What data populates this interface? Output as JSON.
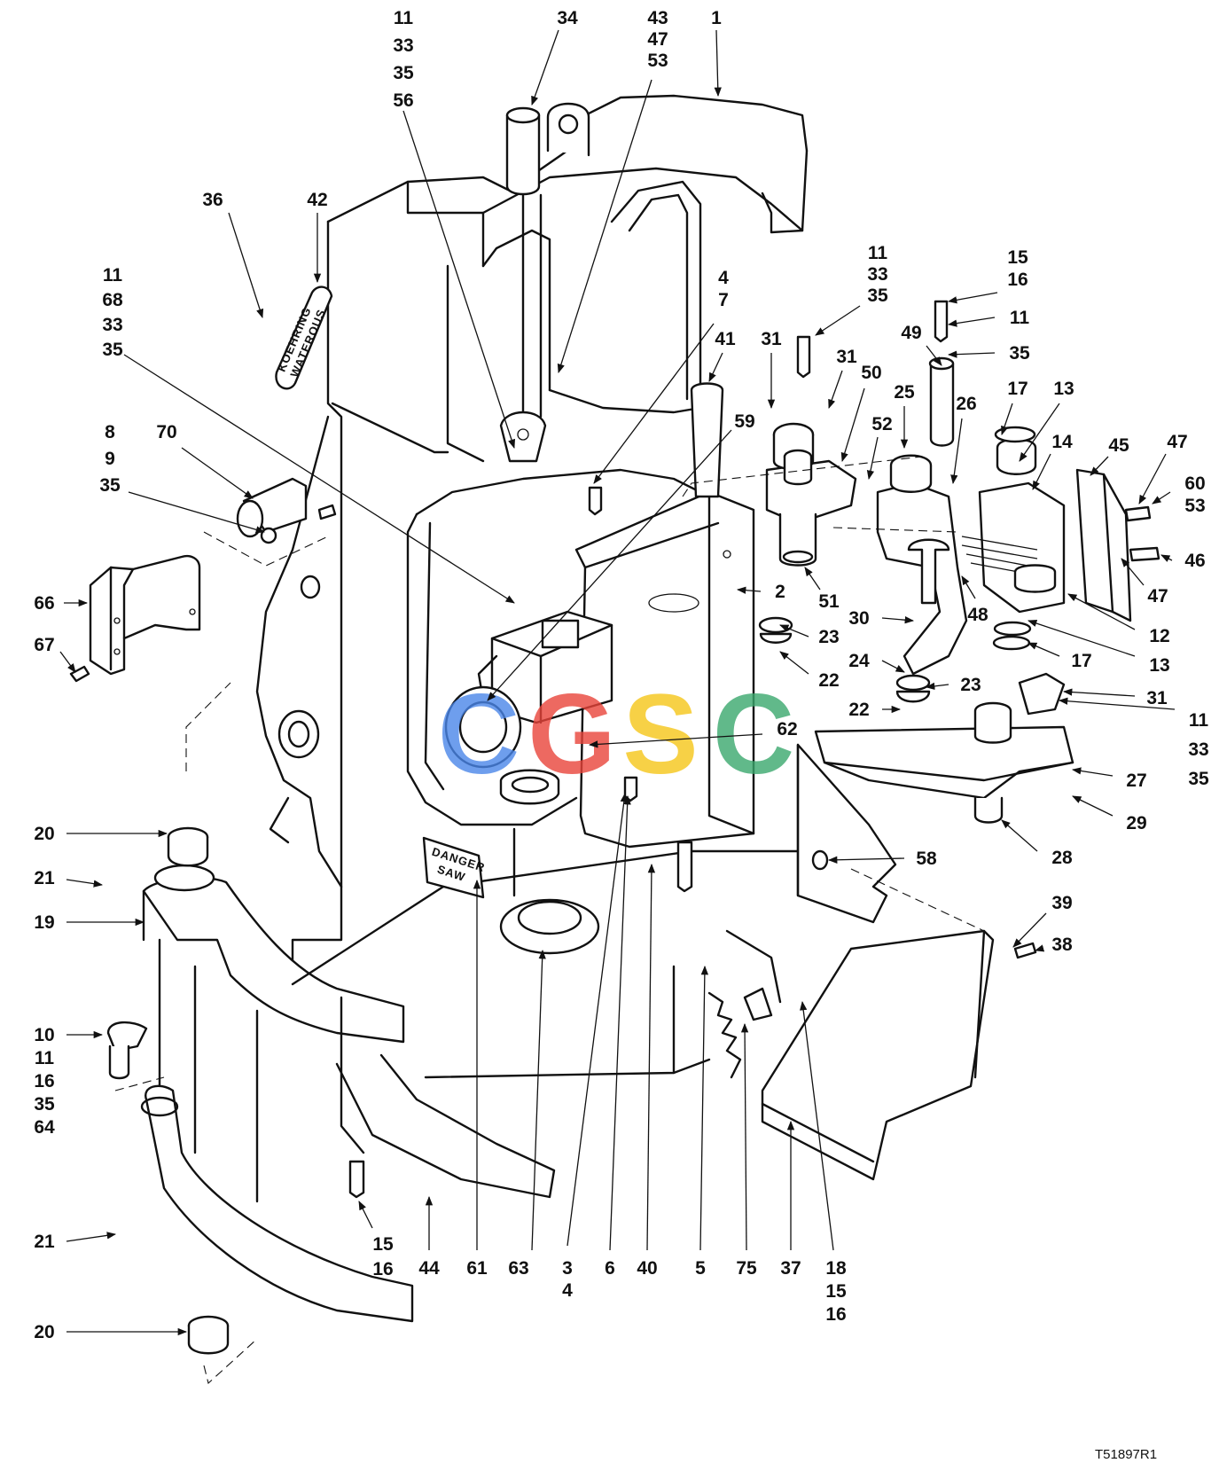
{
  "diagram": {
    "drawing_ref": "T51897R1",
    "decals": {
      "brand_line1": "KOEHRING",
      "brand_line2": "WATEROUS",
      "danger_line1": "DANGER",
      "danger_line2": "SAW"
    },
    "watermark": {
      "letters": [
        "C",
        "G",
        "S",
        "C"
      ],
      "colors": [
        "#4a86e8",
        "#e8443a",
        "#f5c518",
        "#3aa76d"
      ]
    },
    "callouts": [
      {
        "id": "c-11-33-35-56",
        "lines": [
          "11",
          "33",
          "35",
          "56"
        ]
      },
      {
        "id": "c-34",
        "lines": [
          "34"
        ]
      },
      {
        "id": "c-43-47-53",
        "lines": [
          "43",
          "47",
          "53"
        ]
      },
      {
        "id": "c-1",
        "lines": [
          "1"
        ]
      },
      {
        "id": "c-36",
        "lines": [
          "36"
        ]
      },
      {
        "id": "c-42",
        "lines": [
          "42"
        ]
      },
      {
        "id": "c-11-68-33-35",
        "lines": [
          "11",
          "68",
          "33",
          "35"
        ]
      },
      {
        "id": "c-8-9-35",
        "lines": [
          "8",
          "9",
          "35"
        ]
      },
      {
        "id": "c-70",
        "lines": [
          "70"
        ]
      },
      {
        "id": "c-4-7",
        "lines": [
          "4",
          "7"
        ]
      },
      {
        "id": "c-41",
        "lines": [
          "41"
        ]
      },
      {
        "id": "c-59",
        "lines": [
          "59"
        ]
      },
      {
        "id": "c-31a",
        "lines": [
          "31"
        ]
      },
      {
        "id": "c-31b",
        "lines": [
          "31"
        ]
      },
      {
        "id": "c-11-33-35-b",
        "lines": [
          "11",
          "33",
          "35"
        ]
      },
      {
        "id": "c-49",
        "lines": [
          "49"
        ]
      },
      {
        "id": "c-15-16-a",
        "lines": [
          "15",
          "16"
        ]
      },
      {
        "id": "c-11-a",
        "lines": [
          "11"
        ]
      },
      {
        "id": "c-35-a",
        "lines": [
          "35"
        ]
      },
      {
        "id": "c-50",
        "lines": [
          "50"
        ]
      },
      {
        "id": "c-25",
        "lines": [
          "25"
        ]
      },
      {
        "id": "c-26",
        "lines": [
          "26"
        ]
      },
      {
        "id": "c-17-a",
        "lines": [
          "17"
        ]
      },
      {
        "id": "c-13-a",
        "lines": [
          "13"
        ]
      },
      {
        "id": "c-52",
        "lines": [
          "52"
        ]
      },
      {
        "id": "c-14",
        "lines": [
          "14"
        ]
      },
      {
        "id": "c-45",
        "lines": [
          "45"
        ]
      },
      {
        "id": "c-47-a",
        "lines": [
          "47"
        ]
      },
      {
        "id": "c-60-53",
        "lines": [
          "60",
          "53"
        ]
      },
      {
        "id": "c-46",
        "lines": [
          "46"
        ]
      },
      {
        "id": "c-47-b",
        "lines": [
          "47"
        ]
      },
      {
        "id": "c-66",
        "lines": [
          "66"
        ]
      },
      {
        "id": "c-67",
        "lines": [
          "67"
        ]
      },
      {
        "id": "c-2",
        "lines": [
          "2"
        ]
      },
      {
        "id": "c-51",
        "lines": [
          "51"
        ]
      },
      {
        "id": "c-48",
        "lines": [
          "48"
        ]
      },
      {
        "id": "c-12",
        "lines": [
          "12"
        ]
      },
      {
        "id": "c-30",
        "lines": [
          "30"
        ]
      },
      {
        "id": "c-23-a",
        "lines": [
          "23"
        ]
      },
      {
        "id": "c-13-b",
        "lines": [
          "13"
        ]
      },
      {
        "id": "c-24",
        "lines": [
          "24"
        ]
      },
      {
        "id": "c-17-b",
        "lines": [
          "17"
        ]
      },
      {
        "id": "c-22-a",
        "lines": [
          "22"
        ]
      },
      {
        "id": "c-23-b",
        "lines": [
          "23"
        ]
      },
      {
        "id": "c-31c",
        "lines": [
          "31"
        ]
      },
      {
        "id": "c-22-b",
        "lines": [
          "22"
        ]
      },
      {
        "id": "c-11-33-35-c",
        "lines": [
          "11",
          "33",
          "35"
        ]
      },
      {
        "id": "c-62",
        "lines": [
          "62"
        ]
      },
      {
        "id": "c-27",
        "lines": [
          "27"
        ]
      },
      {
        "id": "c-29",
        "lines": [
          "29"
        ]
      },
      {
        "id": "c-20-a",
        "lines": [
          "20"
        ]
      },
      {
        "id": "c-28",
        "lines": [
          "28"
        ]
      },
      {
        "id": "c-58",
        "lines": [
          "58"
        ]
      },
      {
        "id": "c-21-a",
        "lines": [
          "21"
        ]
      },
      {
        "id": "c-19",
        "lines": [
          "19"
        ]
      },
      {
        "id": "c-39",
        "lines": [
          "39"
        ]
      },
      {
        "id": "c-38",
        "lines": [
          "38"
        ]
      },
      {
        "id": "c-10-11-16-35-64",
        "lines": [
          "10",
          "11",
          "16",
          "35",
          "64"
        ]
      },
      {
        "id": "c-15-16-b",
        "lines": [
          "15",
          "16"
        ]
      },
      {
        "id": "c-44",
        "lines": [
          "44"
        ]
      },
      {
        "id": "c-61",
        "lines": [
          "61"
        ]
      },
      {
        "id": "c-63",
        "lines": [
          "63"
        ]
      },
      {
        "id": "c-3-4",
        "lines": [
          "3",
          "4"
        ]
      },
      {
        "id": "c-6",
        "lines": [
          "6"
        ]
      },
      {
        "id": "c-40",
        "lines": [
          "40"
        ]
      },
      {
        "id": "c-5",
        "lines": [
          "5"
        ]
      },
      {
        "id": "c-75",
        "lines": [
          "75"
        ]
      },
      {
        "id": "c-37",
        "lines": [
          "37"
        ]
      },
      {
        "id": "c-18-15-16",
        "lines": [
          "18",
          "15",
          "16"
        ]
      },
      {
        "id": "c-21-b",
        "lines": [
          "21"
        ]
      },
      {
        "id": "c-20-b",
        "lines": [
          "20"
        ]
      }
    ]
  }
}
